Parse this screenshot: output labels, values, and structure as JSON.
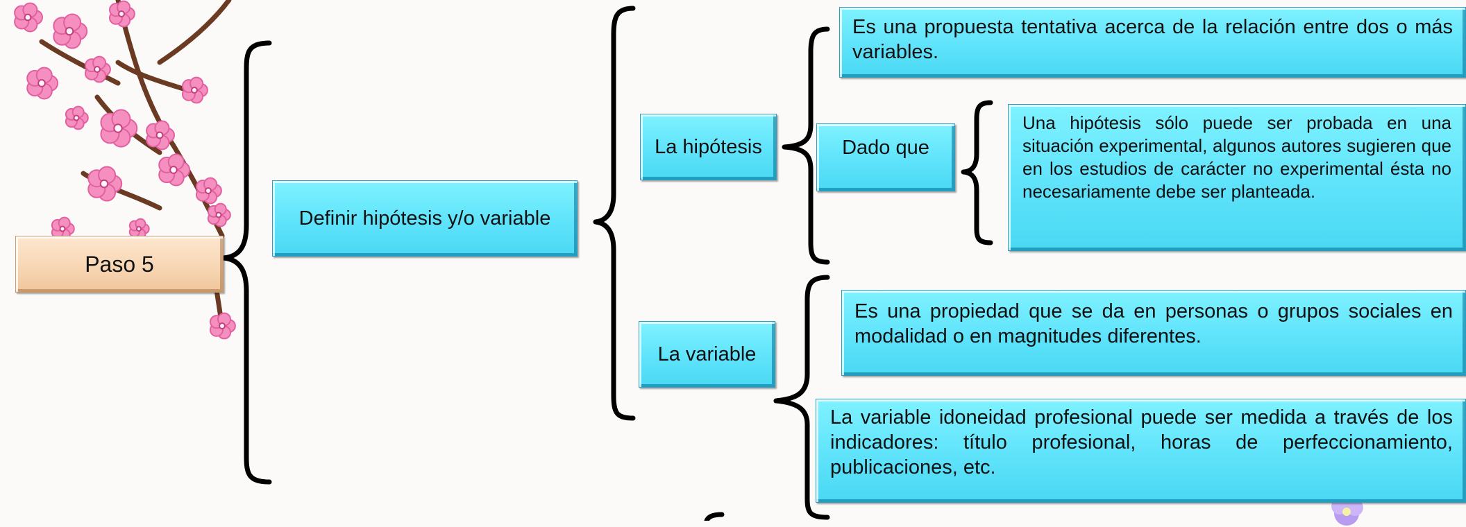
{
  "nodes": {
    "paso": "Paso 5",
    "definir": "Definir hipótesis y/o variable",
    "hipotesis": "La hipótesis",
    "variable": "La variable",
    "dado_que": "Dado que",
    "hip_def": "Es una propuesta tentativa acerca de la relación entre dos o más variables.",
    "hip_note": "Una hipótesis sólo puede ser probada en una situación experimental, algunos autores sugieren que en los estudios de carácter no experimental ésta no necesariamente debe ser planteada.",
    "var_def": "Es una propiedad que se da en personas o grupos sociales en modalidad o en magnitudes diferentes.",
    "var_example": "La variable idoneidad profesional puede ser medida a través de los indicadores: título profesional, horas de perfeccionamiento, publicaciones, etc."
  },
  "colors": {
    "box_fill": "#5fe3fb",
    "paso_fill": "#f7d5b2",
    "brace": "#000000",
    "blossom": "#f48fc0",
    "branch": "#6b3a22"
  },
  "decoration": "cherry-blossom-branch"
}
